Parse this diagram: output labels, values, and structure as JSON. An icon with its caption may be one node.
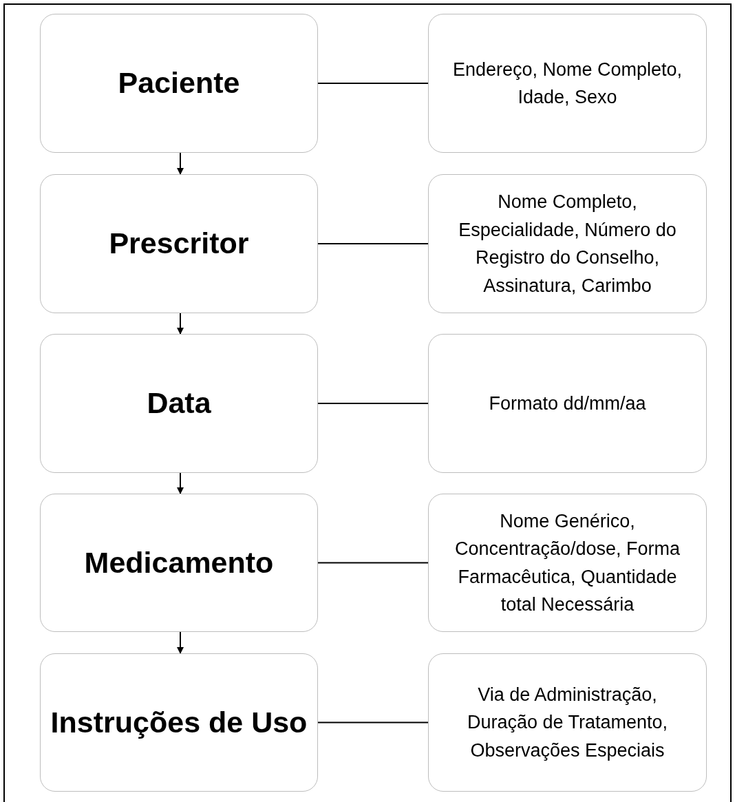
{
  "diagram": {
    "nodes": [
      {
        "text": [
          "Paciente"
        ]
      },
      {
        "text": [
          "Endereço, Nome Completo, Idade, Sexo"
        ]
      },
      {
        "text": [
          "Prescritor"
        ]
      },
      {
        "text": [
          "Nome Completo, Especialidade, Número do Registro do Conselho, Assinatura, Carimbo"
        ]
      },
      {
        "text": [
          "Data"
        ]
      },
      {
        "text": [
          "Formato dd/mm/aa"
        ]
      },
      {
        "text": [
          "Medicamento"
        ]
      },
      {
        "text": [
          "Nome Genérico, Concentração/dose, Forma Farmacêutica, Quantidade total Necessária"
        ]
      },
      {
        "text": [
          "Instruções de Uso"
        ]
      },
      {
        "text": [
          "Via de Administração, Duração de Tratamento, Observações Especiais"
        ]
      }
    ],
    "edges": [
      {
        "from": 0,
        "to": 1,
        "arrow": "none"
      },
      {
        "from": 0,
        "to": 2,
        "arrow": "to"
      },
      {
        "from": 2,
        "to": 3,
        "arrow": "none"
      },
      {
        "from": 2,
        "to": 4,
        "arrow": "to"
      },
      {
        "from": 4,
        "to": 5,
        "arrow": "none"
      },
      {
        "from": 4,
        "to": 6,
        "arrow": "to"
      },
      {
        "from": 6,
        "to": 7,
        "arrow": "none"
      },
      {
        "from": 6,
        "to": 8,
        "arrow": "to"
      },
      {
        "from": 8,
        "to": 9,
        "arrow": "none"
      }
    ]
  }
}
